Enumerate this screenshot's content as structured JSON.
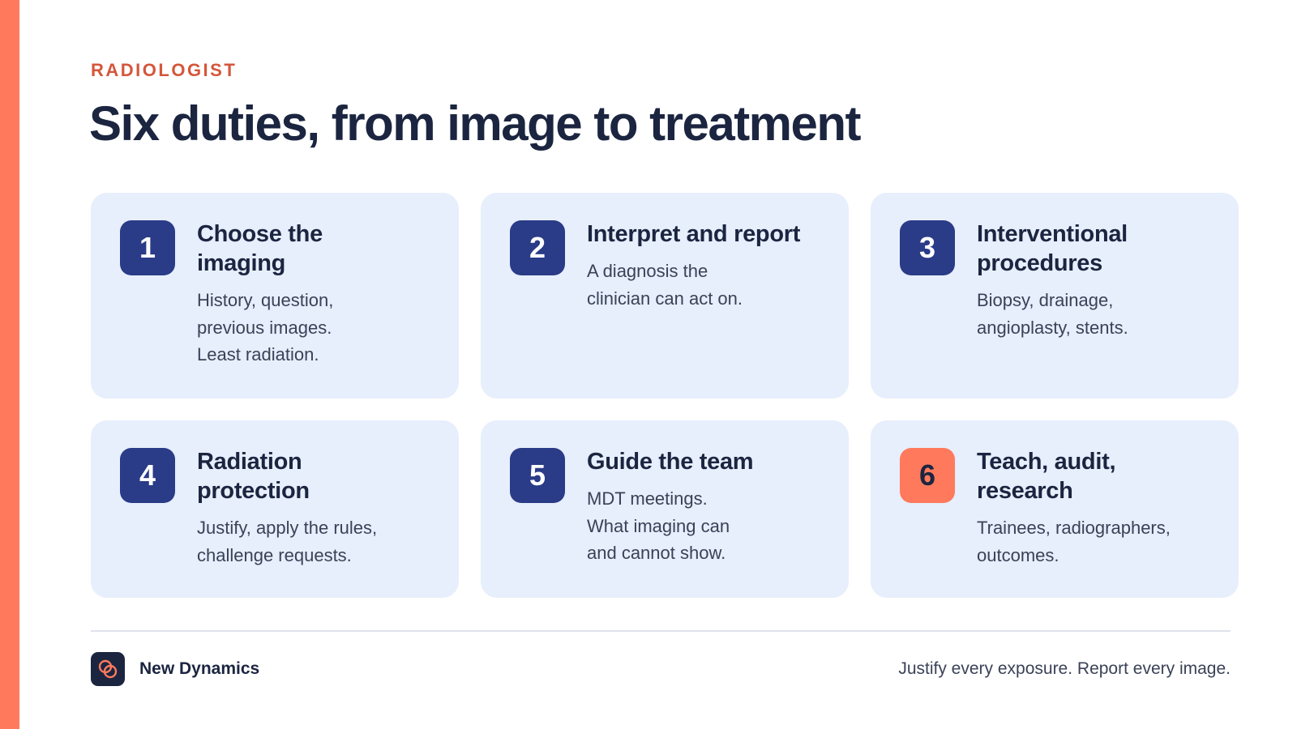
{
  "slide": {
    "eyebrow": "RADIOLOGIST",
    "title": "Six duties, from image to treatment"
  },
  "cards": [
    {
      "number": "1",
      "title": "Choose the imaging",
      "body": [
        "History, question,",
        "previous images.",
        "Least radiation."
      ]
    },
    {
      "number": "2",
      "title": "Interpret and report",
      "body": [
        "A diagnosis the",
        "clinician can act on."
      ]
    },
    {
      "number": "3",
      "title": "Interventional procedures",
      "body": [
        "Biopsy, drainage,",
        "angioplasty, stents."
      ]
    },
    {
      "number": "4",
      "title": "Radiation protection",
      "body": [
        "Justify, apply the rules,",
        "challenge requests."
      ]
    },
    {
      "number": "5",
      "title": "Guide the team",
      "body": [
        "MDT meetings.",
        "What imaging can",
        "and cannot show."
      ]
    },
    {
      "number": "6",
      "title": "Teach, audit, research",
      "body": [
        "Trainees, radiographers,",
        "outcomes."
      ]
    }
  ],
  "footer": {
    "brand": "New Dynamics",
    "logo_icon": "interlocking-rings-icon",
    "tagline": "Justify every exposure. Report every image."
  },
  "colors": {
    "accent": "#ff7a5c",
    "eyebrow": "#d4563a",
    "badge": "#2a3b87",
    "card_background": "#e7eefc",
    "text_dark": "#1b2540"
  }
}
